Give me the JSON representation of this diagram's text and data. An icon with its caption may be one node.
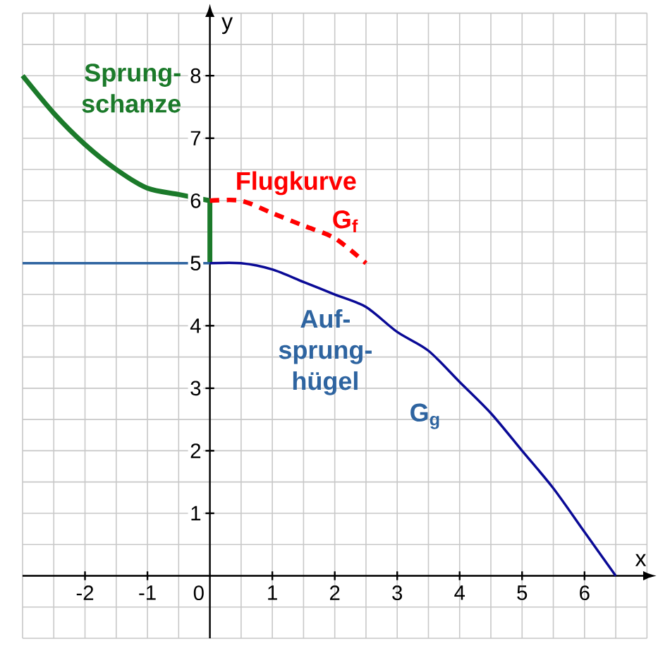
{
  "diagram": {
    "chart_data": {
      "type": "line",
      "xlabel": "x",
      "ylabel": "y",
      "xlim": [
        -3,
        7
      ],
      "ylim": [
        -1,
        9
      ],
      "grid": true,
      "x": [
        -3,
        -2.5,
        -2,
        -1.5,
        -1,
        -0.5,
        0,
        0,
        0.5,
        1,
        1.5,
        2,
        2.5,
        3,
        3.5,
        4,
        4.5,
        5,
        5.5,
        6,
        6.5
      ],
      "xticks": [
        -2,
        -1,
        0,
        1,
        2,
        3,
        4,
        5,
        6
      ],
      "yticks": [
        1,
        2,
        3,
        4,
        5,
        6,
        7,
        8
      ],
      "series": [
        {
          "name": "Sprung- schanze",
          "color": "#1b7a2a",
          "values": [
            8,
            7.4,
            6.9,
            6.5,
            6.2,
            6.1,
            6,
            5,
            null,
            null,
            null,
            null,
            null,
            null,
            null,
            null,
            null,
            null,
            null,
            null,
            null
          ]
        },
        {
          "name": "Flugkurve",
          "color": "#ff0000",
          "line_style": "dashed",
          "values": [
            null,
            null,
            null,
            null,
            null,
            null,
            null,
            6,
            6,
            5.8,
            5.6,
            5.4,
            5,
            null,
            null,
            null,
            null,
            null,
            null,
            null,
            null
          ]
        },
        {
          "color": "#2e64a0",
          "values": [
            5,
            5,
            5,
            5,
            5,
            5,
            5,
            null,
            null,
            null,
            null,
            null,
            null,
            null,
            null,
            null,
            null,
            null,
            null,
            null,
            null
          ]
        },
        {
          "name": "Auf- sprung- hügel",
          "color": "#0a0a96",
          "values": [
            null,
            null,
            null,
            null,
            null,
            null,
            null,
            5,
            5,
            4.9,
            4.7,
            4.5,
            4.3,
            3.9,
            3.6,
            3.1,
            2.6,
            2,
            1.4,
            0.7,
            0
          ]
        }
      ],
      "annotations": [
        "G$_{f}$",
        "G$_{g}$"
      ]
    }
  }
}
